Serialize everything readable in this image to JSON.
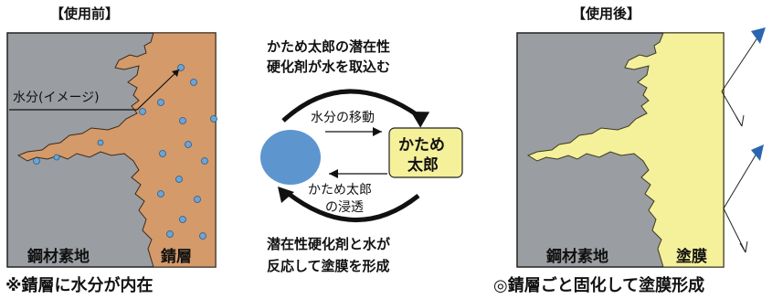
{
  "before": {
    "title": "【使用前】",
    "water_label": "水分(イメージ)",
    "steel_label": "鋼材素地",
    "rust_label": "錆層",
    "caption": "※錆層に水分が内在"
  },
  "center": {
    "top_line1": "かため太郎の潜在性",
    "top_line2": "硬化剤が水を取込む",
    "arrow_top_label": "水分の移動",
    "arrow_bottom_label_line1": "かため太郎",
    "arrow_bottom_label_line2": "の浸透",
    "box_line1": "かため",
    "box_line2": "太郎",
    "bottom_line1": "潜在性硬化剤と水が",
    "bottom_line2": "反応して塗膜を形成"
  },
  "after": {
    "title": "【使用後】",
    "steel_label": "鋼材素地",
    "film_label": "塗膜",
    "caption": "◎錆層ごと固化して塗膜形成"
  },
  "colors": {
    "steel": "#9a9ea2",
    "rust": "#d49a6a",
    "water": "#6aa5d6",
    "film": "#f5f09a",
    "box": "#f5f09a",
    "water_circle": "#5d95cf",
    "marker": "#2a66b0"
  }
}
